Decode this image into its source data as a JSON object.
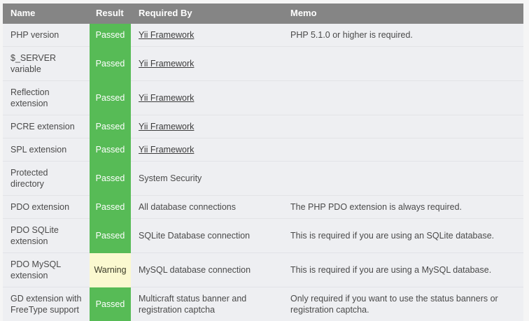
{
  "table": {
    "columns": [
      {
        "key": "name",
        "label": "Name"
      },
      {
        "key": "result",
        "label": "Result"
      },
      {
        "key": "reqby",
        "label": "Required By"
      },
      {
        "key": "memo",
        "label": "Memo"
      }
    ],
    "colors": {
      "header_bg": "#858585",
      "header_text": "#ffffff",
      "row_bg": "#eeeff2",
      "row_divider": "#e2e3e7",
      "passed_bg": "#57bb56",
      "passed_text": "#ffffff",
      "warning_bg": "#fbf9d0",
      "warning_text": "#3b3b28",
      "body_text": "#4a4a4a",
      "page_bg": "#f5f5f5"
    },
    "rows": [
      {
        "name": "PHP version",
        "result": "Passed",
        "result_state": "passed",
        "reqby": "Yii Framework",
        "reqby_is_link": true,
        "memo": "PHP 5.1.0 or higher is required."
      },
      {
        "name": "$_SERVER variable",
        "result": "Passed",
        "result_state": "passed",
        "reqby": "Yii Framework",
        "reqby_is_link": true,
        "memo": ""
      },
      {
        "name": "Reflection extension",
        "result": "Passed",
        "result_state": "passed",
        "reqby": "Yii Framework",
        "reqby_is_link": true,
        "memo": ""
      },
      {
        "name": "PCRE extension",
        "result": "Passed",
        "result_state": "passed",
        "reqby": "Yii Framework",
        "reqby_is_link": true,
        "memo": ""
      },
      {
        "name": "SPL extension",
        "result": "Passed",
        "result_state": "passed",
        "reqby": "Yii Framework",
        "reqby_is_link": true,
        "memo": ""
      },
      {
        "name": "Protected directory",
        "result": "Passed",
        "result_state": "passed",
        "reqby": "System Security",
        "reqby_is_link": false,
        "memo": ""
      },
      {
        "name": "PDO extension",
        "result": "Passed",
        "result_state": "passed",
        "reqby": "All database connections",
        "reqby_is_link": false,
        "memo": "The PHP PDO extension is always required."
      },
      {
        "name": "PDO SQLite extension",
        "result": "Passed",
        "result_state": "passed",
        "reqby": "SQLite Database connection",
        "reqby_is_link": false,
        "memo": "This is required if you are using an SQLite database."
      },
      {
        "name": "PDO MySQL extension",
        "result": "Warning",
        "result_state": "warning",
        "reqby": "MySQL database connection",
        "reqby_is_link": false,
        "memo": "This is required if you are using a MySQL database."
      },
      {
        "name": "GD extension with FreeType support",
        "result": "Passed",
        "result_state": "passed",
        "reqby": "Multicraft status banner and registration captcha",
        "reqby_is_link": false,
        "memo": "Only required if you want to use the status banners or registration captcha."
      }
    ]
  }
}
